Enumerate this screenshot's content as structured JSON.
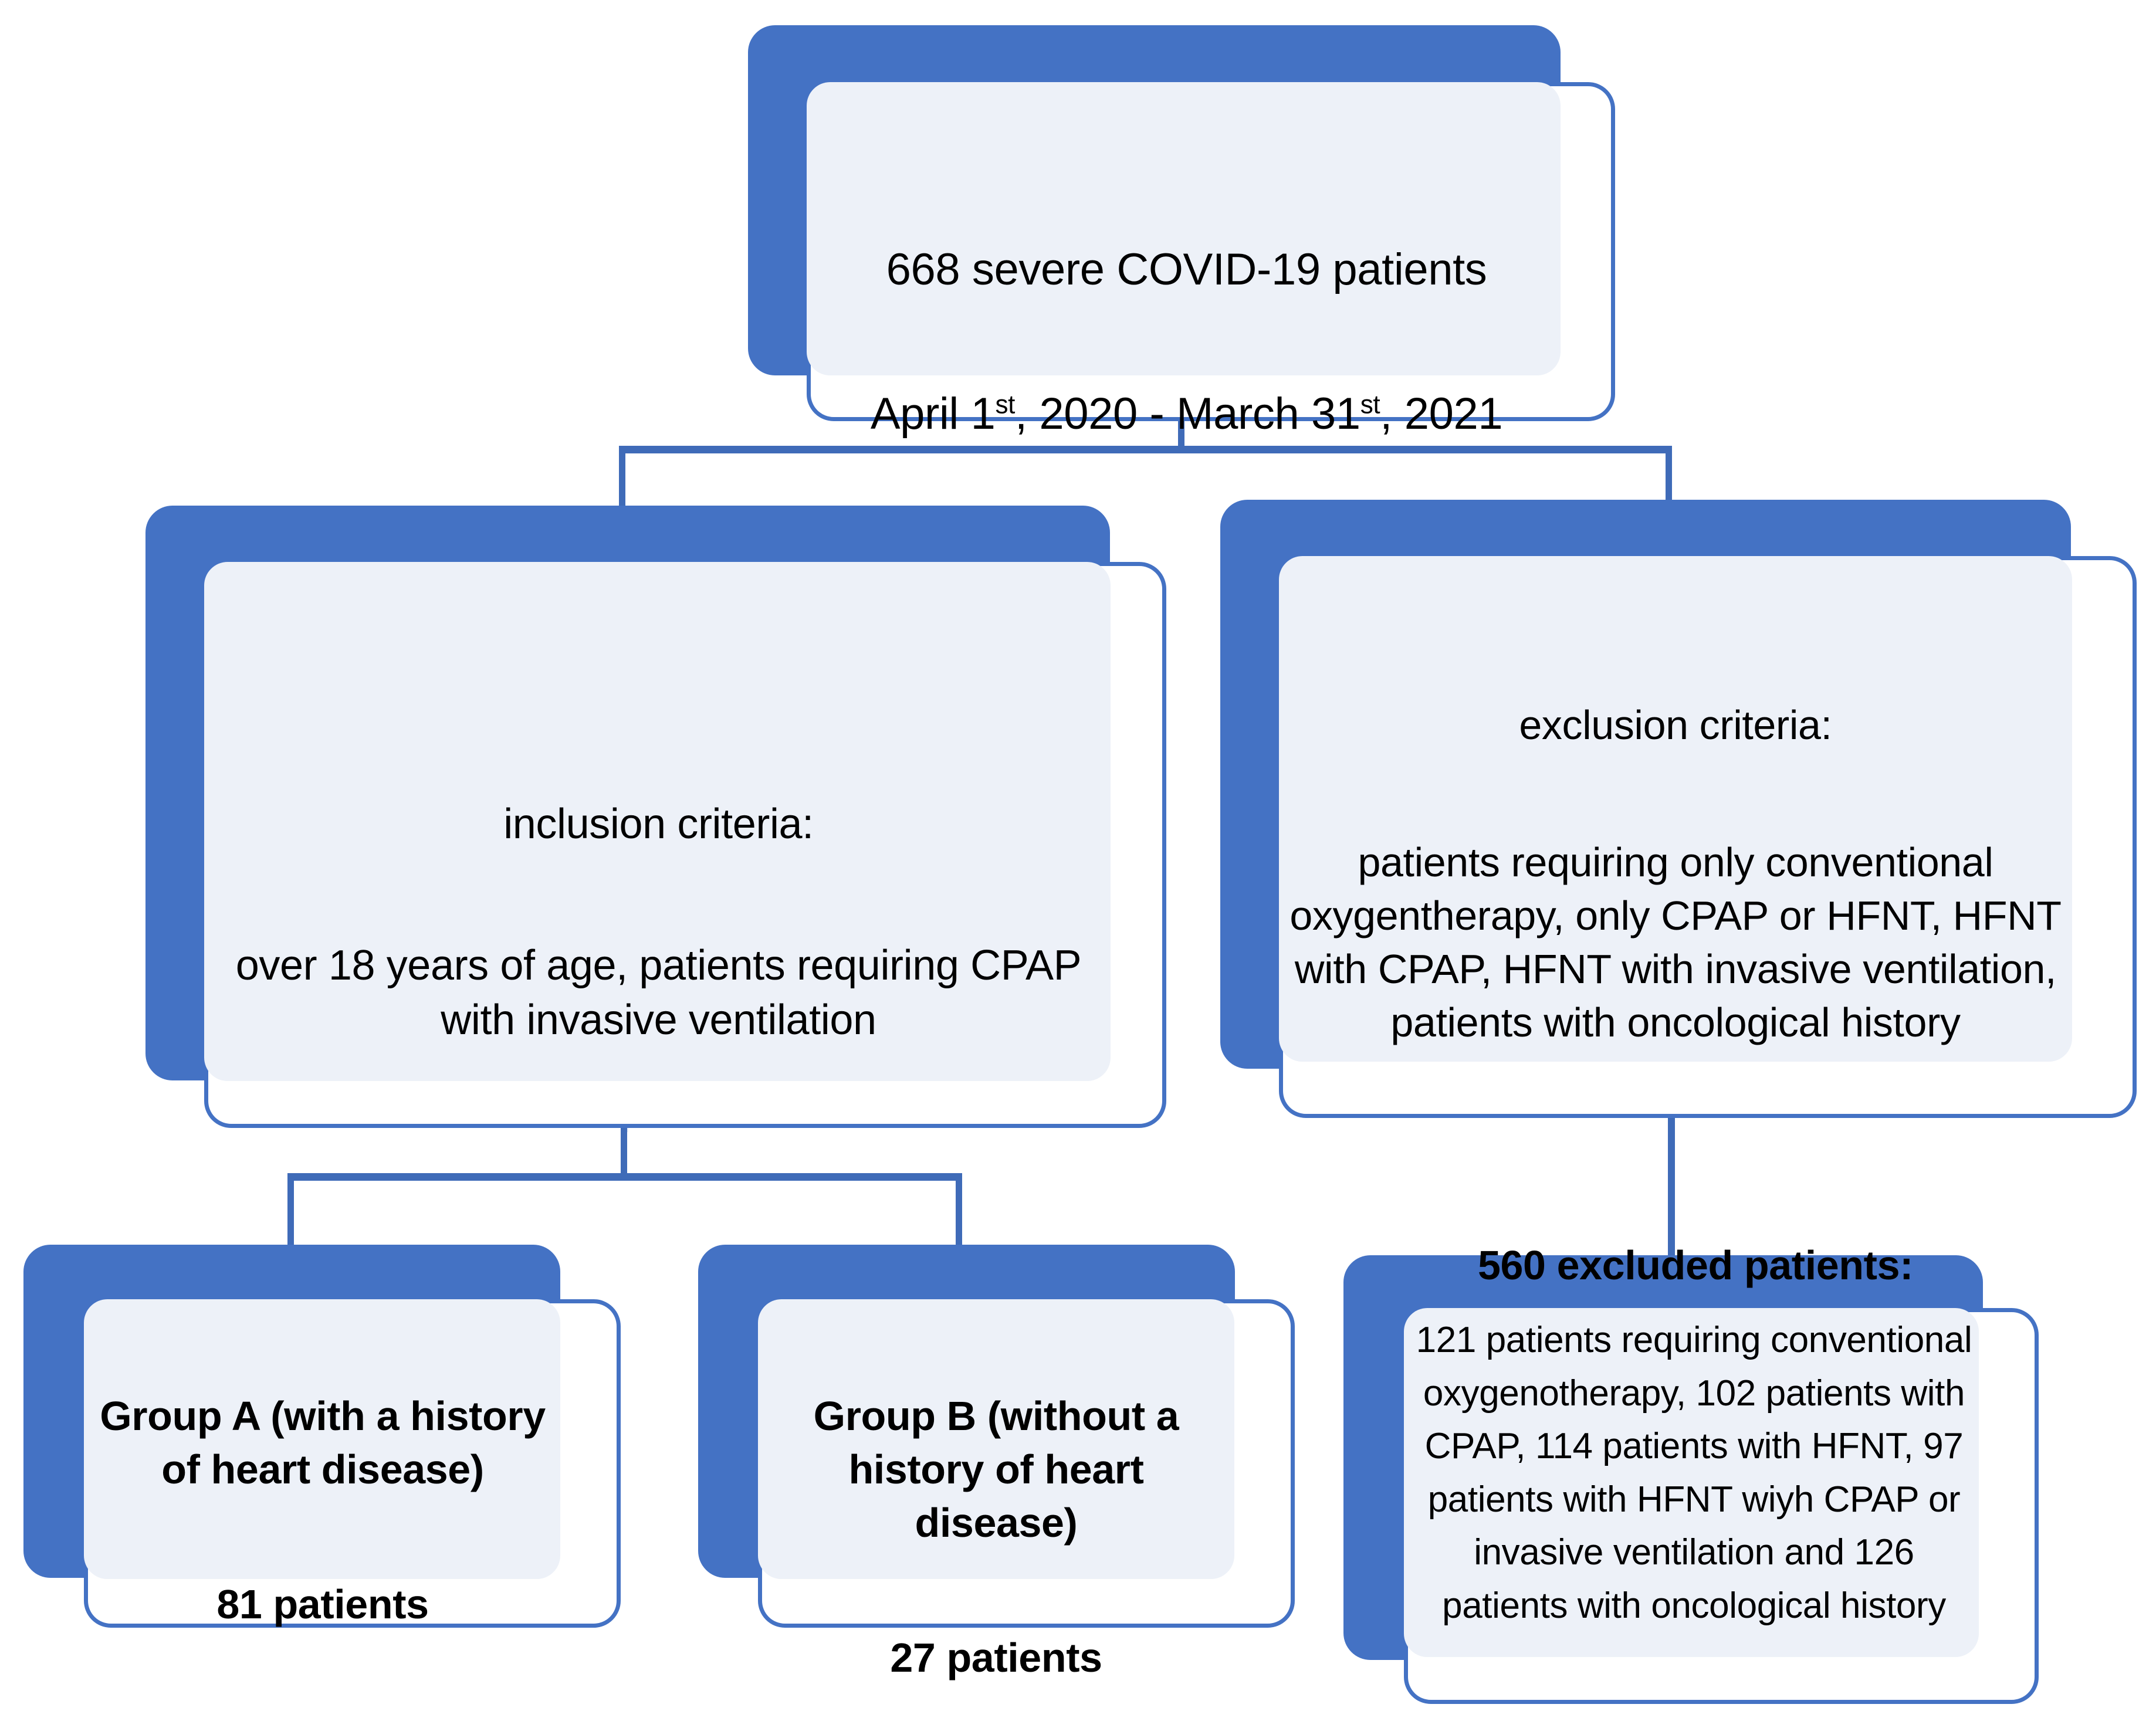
{
  "diagram": {
    "title": "Study population flow diagram",
    "colors": {
      "accent_blue": "#4472C4",
      "panel_fill": "#EDF1F8",
      "connector": "#3F6BB8",
      "card_background": "#FFFFFF",
      "text": "#000000"
    }
  },
  "nodes": {
    "cohort": {
      "line1": "668 severe COVID-19 patients",
      "line2_prefix": "April 1",
      "line2_sup1": "st",
      "line2_mid": ", 2020 - March 31",
      "line2_sup2": "st",
      "line2_suffix": ", 2021",
      "count": "668",
      "period_start": "April 1st, 2020",
      "period_end": "March 31st, 2021"
    },
    "inclusion": {
      "heading": "inclusion criteria:",
      "body": "over 18 years of age, patients requiring CPAP with invasive ventilation"
    },
    "exclusion": {
      "heading": "exclusion criteria:",
      "body": "patients requiring only  conventional oxygentherapy, only CPAP or HFNT, HFNT with CPAP, HFNT  with invasive ventilation, patients with oncological history"
    },
    "group_a": {
      "heading": "Group A (with a history of heart disease)",
      "count_label": "81 patients",
      "count": "81"
    },
    "group_b": {
      "heading": "Group B (without a history of heart disease)",
      "count_label": "27 patients",
      "count": "27"
    },
    "excluded": {
      "heading": "560 excluded patients:",
      "count": "560",
      "body": "121 patients requiring conventional oxygenotherapy, 102 patients with CPAP, 114 patients with HFNT, 97 patients with HFNT wiyh CPAP  or invasive ventilation and 126 patients with oncological history",
      "breakdown": [
        {
          "n": "121",
          "reason": "patients requiring conventional oxygenotherapy"
        },
        {
          "n": "102",
          "reason": "patients with CPAP"
        },
        {
          "n": "114",
          "reason": "patients with HFNT"
        },
        {
          "n": "97",
          "reason": "patients with HFNT wiyh CPAP or invasive ventilation"
        },
        {
          "n": "126",
          "reason": "patients with oncological history"
        }
      ]
    }
  }
}
